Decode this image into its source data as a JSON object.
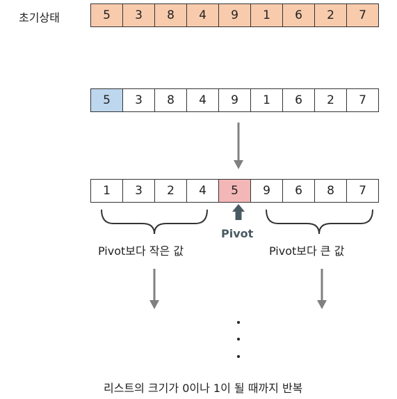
{
  "initial": {
    "label": "초기상태",
    "values": [
      "5",
      "3",
      "8",
      "4",
      "9",
      "1",
      "6",
      "2",
      "7"
    ]
  },
  "step1": {
    "values": [
      "5",
      "3",
      "8",
      "4",
      "9",
      "1",
      "6",
      "2",
      "7"
    ],
    "highlight_index": 0
  },
  "step2": {
    "values": [
      "1",
      "3",
      "2",
      "4",
      "5",
      "9",
      "6",
      "8",
      "7"
    ],
    "pivot_index": 4
  },
  "pivot_label": "Pivot",
  "left_label": "Pivot보다 작은 값",
  "right_label": "Pivot보다 큰 값",
  "footer": "리스트의 크기가 0이나 1이 될 때까지 반복",
  "colors": {
    "initial_fill": "#f8cbad",
    "highlight_fill": "#bdd7ee",
    "pivot_fill": "#f4b7b7",
    "arrow": "#808080",
    "pivot_arrow": "#4a5a62"
  }
}
